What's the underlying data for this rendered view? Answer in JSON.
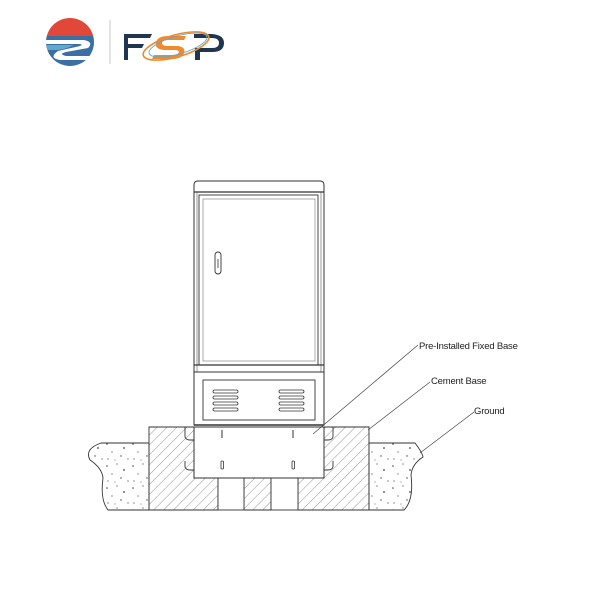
{
  "brand": {
    "name": "FSP",
    "colors": {
      "red": "#e2483a",
      "blue": "#3a6fa3",
      "light_blue": "#5fa9cf",
      "navy": "#1f3550",
      "orange": "#ef8a2f"
    }
  },
  "diagram": {
    "subject": "Outdoor cabinet installation on cement base",
    "labels": [
      {
        "id": "pre-installed-fixed-base",
        "text": "Pre-Installed Fixed Base"
      },
      {
        "id": "cement-base",
        "text": "Cement Base"
      },
      {
        "id": "ground",
        "text": "Ground"
      }
    ],
    "components": [
      "cabinet",
      "cabinet-door",
      "door-handle",
      "ventilated-plinth",
      "louver-vents",
      "pre-installed-fixed-base",
      "cement-base",
      "ground"
    ]
  }
}
